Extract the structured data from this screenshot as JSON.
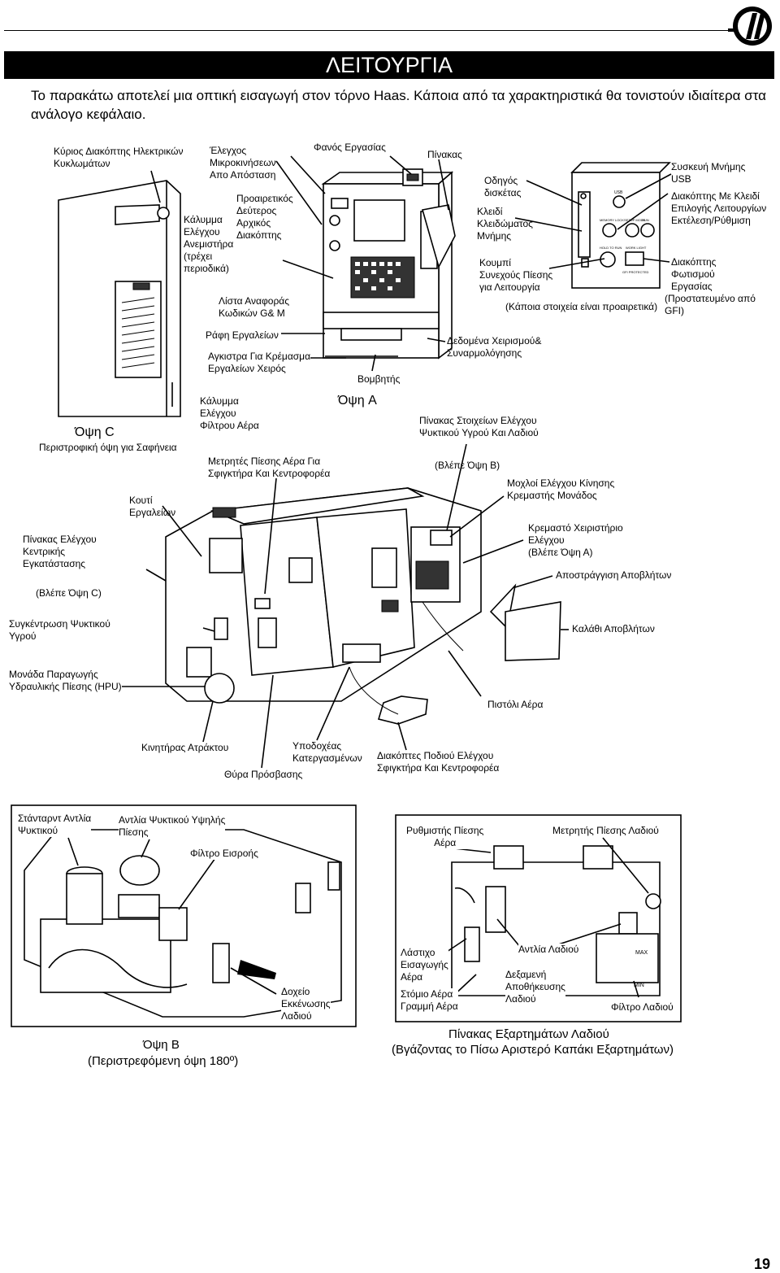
{
  "page": {
    "title": "ΛΕΙΤΟΥΡΓΙΑ",
    "intro": "Το παρακάτω αποτελεί μια οπτική εισαγωγή στον τόρνο Haas. Κάποια από τα χαρακτηριστικά θα τονιστούν ιδιαίτερα στα ανάλογο κεφάλαιο.",
    "page_number": "19"
  },
  "view_c": {
    "labels": {
      "main_switch": "Κύριος Διακόπτης Ηλεκτρικών\nΚυκλωμάτων",
      "caption": "Όψη C",
      "subcaption": "Περιστροφική όψη για Σαφήνεια"
    }
  },
  "view_a": {
    "labels": {
      "remote_jog": "Έλεγχος\nΜικροκινήσεων\nΑπο Απόσταση",
      "work_beacon": "Φανός Εργασίας",
      "panel": "Πίνακας",
      "secondary_switch": "Προαιρετικός\nΔεύτερος\nΑρχικός\nΔιακόπτης",
      "fan_cover": "Κάλυμμα\nΕλέγχου\nΑνεμιστήρα\n(τρέχει\nπεριοδικά)",
      "gm_codes": "Λίστα Αναφοράς\nΚωδικών G& M",
      "tool_shelf": "Ράφη Εργαλείων",
      "tool_hooks": "Αγκιστρα Για Κρέμασμα\nΕργαλείων Χειρός",
      "buzzer": "Βομβητής",
      "manuals": "Δεδομένα Χειρισμού&\nΣυναρμολόγησης",
      "floppy": "Οδηγός\nδισκέτας",
      "memory_key": "Κλειδί\nΚλειδώματος\nΜνήμης",
      "cycle_start": "Κουμπί\nΣυνεχούς Πίεσης\nγια Λειτουργία",
      "usb": "Συσκευή Μνήμης\nUSB",
      "key_switch": "Διακόπτης Με Κλειδί\nΕπιλογής Λειτουργίων\nΕκτέλεση/Ρύθμιση",
      "work_light": "Διακόπτης\nΦωτισμού\nΕργασίας",
      "gfi": "(Προστατευμένο από\nGFI)",
      "optional_note": "(Κάποια στοιχεία είναι προαιρετικά)",
      "caption": "Όψη A"
    },
    "panel_text": {
      "usb": "USB",
      "mem_lock": "MEMORY LOCK",
      "setup_mode": "SETUP MODE",
      "hold_to_run": "HOLD TO RUN",
      "work_light": "WORK LIGHT",
      "gfi_protected": "GFI PROTECTED",
      "run": "RUN"
    }
  },
  "main_view": {
    "labels": {
      "air_filter_cover": "Κάλυμμα\nΕλέγχου\nΦίλτρου Αέρα",
      "coolant_oil_panel": "Πίνακας Στοιχείων Ελέγχου\nΨυκτικού Υγρού Και Λαδιού",
      "air_gauges": "Μετρητές Πίεσης Αέρα Για\nΣφιγκτήρα Και Κεντροφορέα",
      "see_view_b": "(Βλέπε Όψη Β)",
      "jog_levers": "Μοχλοί Ελέγχου Κίνησης\nΚρεμαστής Μονάδος",
      "toolbox": "Κουτί\nΕργαλείων",
      "pendant": "Κρεμαστό Χειριστήριο\nΕλέγχου\n(Βλέπε Όψη Α)",
      "central_panel": "Πίνακας Ελέγχου\nΚεντρικής\nΕγκατάστασης",
      "see_view_c": "(Βλέπε Όψη C)",
      "chip_drain": "Αποστράγγιση Αποβλήτων",
      "coolant_conc": "Συγκέντρωση Ψυκτικού\nΥγρού",
      "chip_basket": "Καλάθι Αποβλήτων",
      "hpu": "Μονάδα Παραγωγής\nΥδραυλικής Πίεσης (HPU)",
      "air_gun": "Πιστόλι Αέρα",
      "spindle_motor": "Κινητήρας Ατράκτου",
      "parts_catcher": "Υποδοχέας\nΚατεργασμένων",
      "access_door": "Θύρα Πρόσβασης",
      "foot_pedals": "Διακόπτες Ποδιού Ελέγχου\nΣφιγκτήρα Και Κεντροφορέα"
    }
  },
  "view_b": {
    "labels": {
      "std_pump": "Στάνταρντ Αντλία\nΨυκτικού",
      "hp_pump": "Αντλία Ψυκτικού Υψηλής\nΠίεσης",
      "intake_filter": "Φίλτρο Εισροής",
      "oil_drain": "Δοχείο\nΕκκένωσης\nΛαδιού",
      "caption": "Όψη B",
      "subcaption": "(Περιστρεφόμενη όψη 180º)"
    }
  },
  "oil_panel": {
    "labels": {
      "air_regulator": "Ρυθμιστής Πίεσης\nΑέρα",
      "oil_gauge": "Μετρητής Πίεσης Λαδιού",
      "air_inlet": "Λάστιχο\nΕισαγωγής\nΑέρα",
      "oil_pump": "Αντλία Λαδιού",
      "oil_reservoir": "Δεξαμενή\nΑποθήκευσης\nΛαδιού",
      "air_line_nozzle": "Στόμιο Αέρα\nΓραμμή Αέρα",
      "oil_filter": "Φίλτρο Λαδιού",
      "max": "MAX",
      "min": "MIN",
      "caption": "Πίνακας Εξαρτημάτων Λαδιού",
      "subcaption": "(Βγάζοντας το Πίσω Αριστερό Καπάκι Εξαρτημάτων)"
    }
  }
}
